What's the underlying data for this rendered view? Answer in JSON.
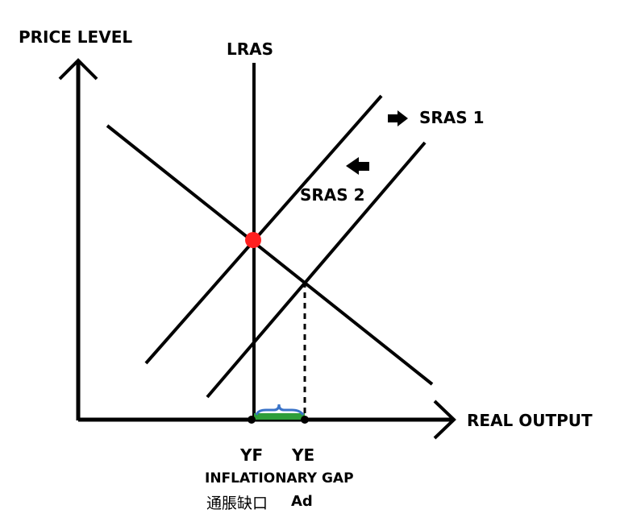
{
  "labels": {
    "y_axis": "PRICE LEVEL",
    "x_axis": "REAL OUTPUT",
    "lras": "LRAS",
    "sras1": "SRAS 1",
    "sras2": "SRAS 2",
    "yf": "YF",
    "ye": "YE",
    "gap_en": "INFLATIONARY GAP",
    "gap_cn": "通脹缺口",
    "author": "Ad"
  },
  "colors": {
    "line": "#000000",
    "equilibrium_point": "#ff2020",
    "gap_bar": "#2e9e3a",
    "brace": "#3a73c8"
  }
}
